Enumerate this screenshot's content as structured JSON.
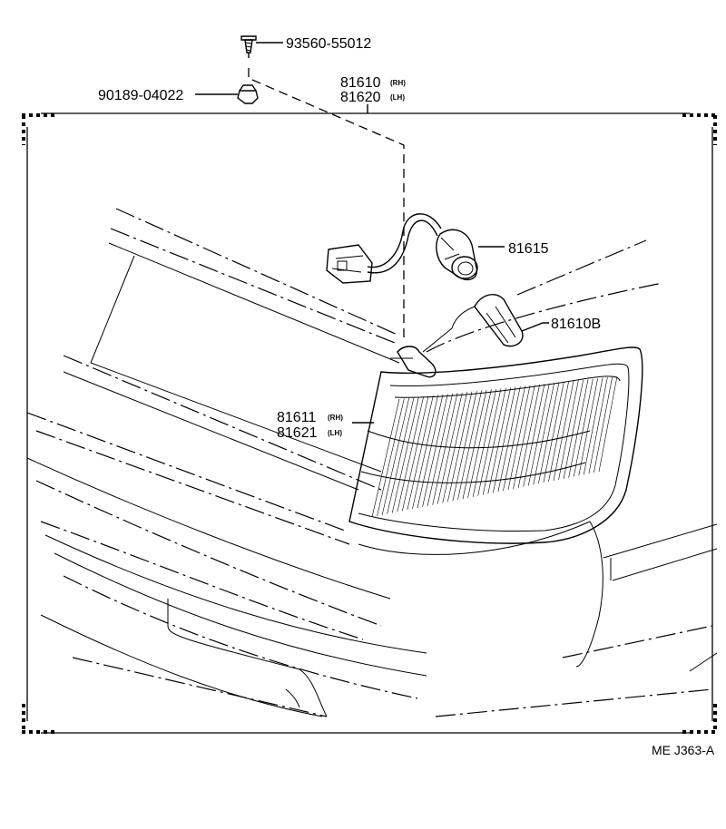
{
  "diagram": {
    "parts": {
      "screw": {
        "number": "93560-55012"
      },
      "clip": {
        "number": "90189-04022"
      },
      "assembly": {
        "number_rh": "81610",
        "tag_rh": "(RH)",
        "number_lh": "81620",
        "tag_lh": "(LH)"
      },
      "socket": {
        "number": "81615"
      },
      "bulb": {
        "number": "81610B"
      },
      "lens": {
        "number_rh": "81611",
        "tag_rh": "(RH)",
        "number_lh": "81621",
        "tag_lh": "(LH)"
      }
    },
    "footer_code": "ME J363-A"
  }
}
